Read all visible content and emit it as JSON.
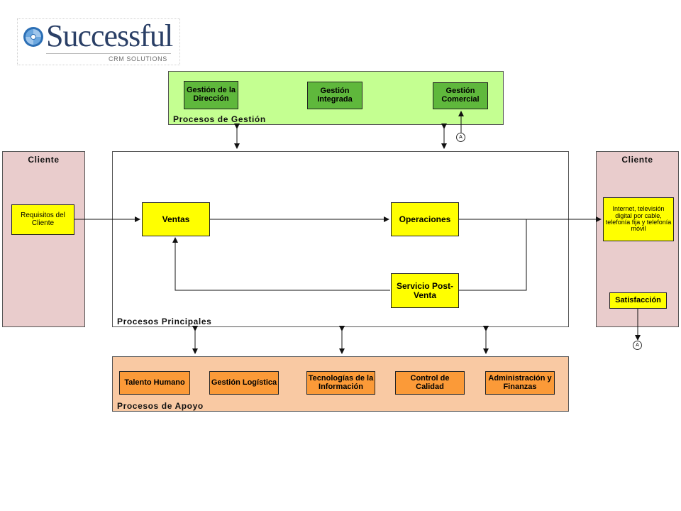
{
  "logo": {
    "word": "Successful",
    "sub": "CRM SOLUTIONS"
  },
  "gestion": {
    "label": "Procesos de Gestión",
    "boxes": [
      "Gestión de la Dirección",
      "Gestión Integrada",
      "Gestión Comercial"
    ]
  },
  "principal": {
    "label": "Procesos Principales",
    "ventas": "Ventas",
    "operaciones": "Operaciones",
    "postventa": "Servicio Post-Venta"
  },
  "apoyo": {
    "label": "Procesos de Apoyo",
    "boxes": [
      "Talento Humano",
      "Gestión Logística",
      "Tecnologías de la Información",
      "Control de Calidad",
      "Administración y Finanzas"
    ]
  },
  "cliente_left": {
    "title": "Cliente",
    "requisitos": "Requisitos del Cliente"
  },
  "cliente_right": {
    "title": "Cliente",
    "servicios": "Internet, televisión digital por cable, telefonía fija y telefonía móvil",
    "satisfaccion": "Satisfacción"
  },
  "connector": {
    "label": "A"
  }
}
